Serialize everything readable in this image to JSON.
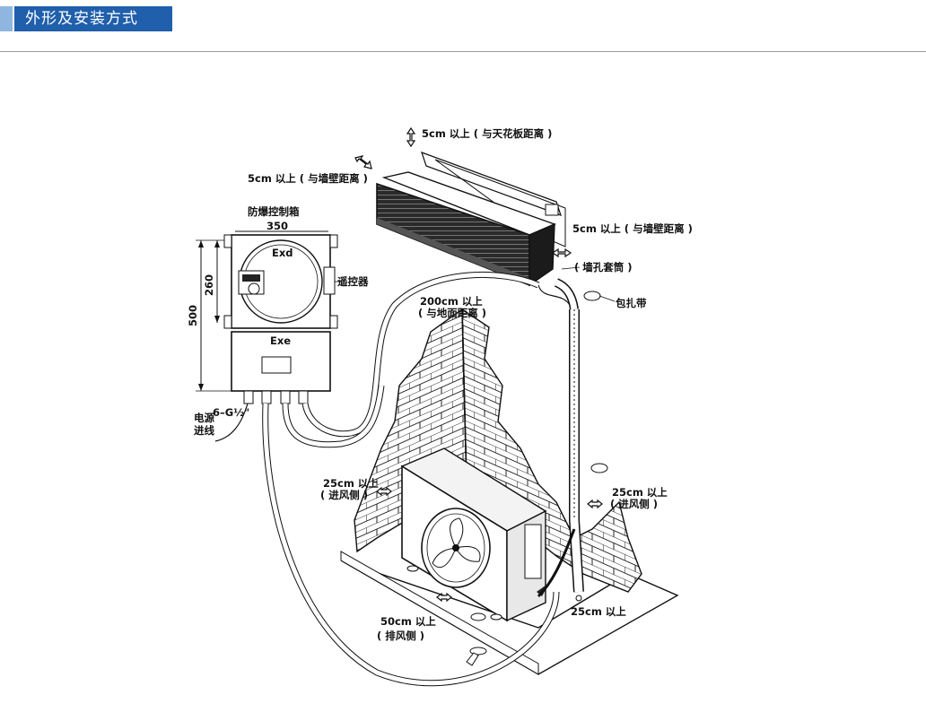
{
  "header": {
    "title": "外形及安装方式",
    "accent_color": "#1f5fab"
  },
  "diagram": {
    "labels": {
      "ceiling_clearance": "5cm 以上 ( 与天花板距离 )",
      "wall_clearance_left": "5cm 以上 ( 与墙壁距离 )",
      "wall_clearance_right": "5cm 以上 ( 与墙壁距离 )",
      "control_box_title": "防爆控制箱",
      "width_dim": "350",
      "height_dim_outer": "500",
      "height_dim_inner": "260",
      "exd": "Exd",
      "exe": "Exe",
      "remote": "遥控器",
      "wall_sleeve": "( 墙孔套筒 )",
      "wrap_tape": "包扎带",
      "floor_clearance_1": "200cm 以上",
      "floor_clearance_2": "( 与地面距离 )",
      "thread_spec": "6–G½\"",
      "power_in_1": "电源",
      "power_in_2": "进线",
      "intake_left_1": "25cm 以上",
      "intake_left_2": "( 进风侧 )",
      "intake_right_1": "25cm 以上",
      "intake_right_2": "( 进风侧 )",
      "exhaust_1": "50cm 以上",
      "exhaust_2": "( 排风侧 )",
      "bottom_clearance": "25cm 以上"
    }
  }
}
